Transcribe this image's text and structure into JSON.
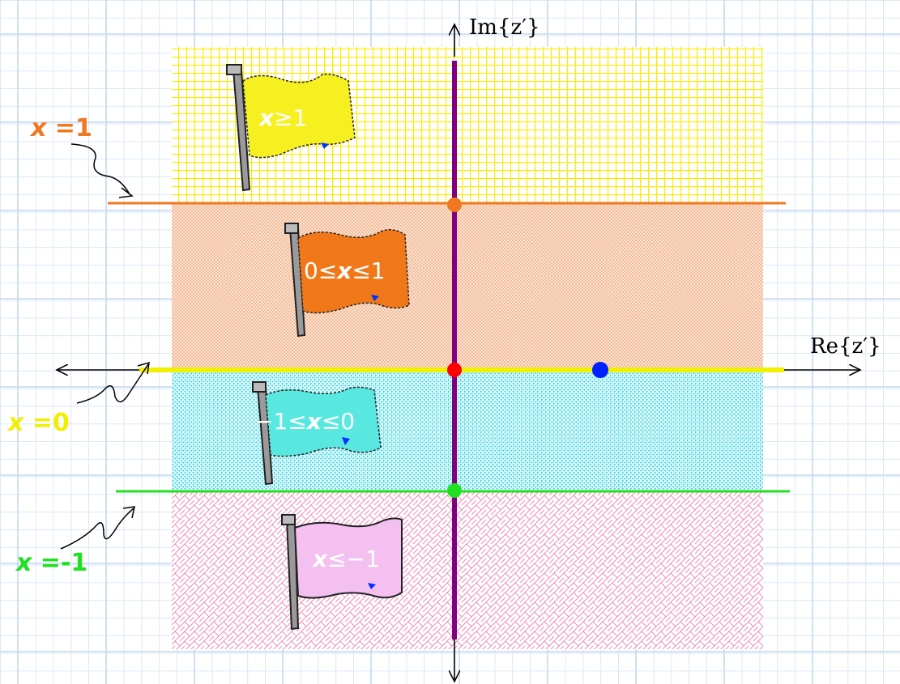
{
  "axes": {
    "imag_label": "Im{z′}",
    "real_label": "Re{z′}"
  },
  "regions": [
    {
      "id": "region-x-ge-1",
      "flag_text": "x≥1",
      "fill": "#ffff60",
      "flag_color": "#f7f020"
    },
    {
      "id": "region-0-le-x-le-1",
      "flag_text": "0≤x≤1",
      "fill": "#f4b088",
      "flag_color": "#f07818"
    },
    {
      "id": "region-neg1-le-x-le-0",
      "flag_text": "−1≤x≤0",
      "fill": "#40d8e0",
      "flag_color": "#58e8e0"
    },
    {
      "id": "region-x-le-neg1",
      "flag_text": "x≤−1",
      "fill": "#f0a0c8",
      "flag_color": "#f4c0f0"
    }
  ],
  "flags": [
    {
      "pre": "",
      "var": "x",
      "post": "≥1"
    },
    {
      "pre": "0≤",
      "var": "x",
      "post": "≤1"
    },
    {
      "pre": "−1≤",
      "var": "x",
      "post": "≤0"
    },
    {
      "pre": "",
      "var": "x",
      "post": "≤−1"
    }
  ],
  "lines": [
    {
      "label_var": "x",
      "label_eq": " =1",
      "color": "#f07820"
    },
    {
      "label_var": "x",
      "label_eq": " =0",
      "color": "#f0f000"
    },
    {
      "label_var": "x",
      "label_eq": " =-1",
      "color": "#20e020"
    }
  ],
  "points": [
    {
      "name": "point-x1",
      "color": "#f07820"
    },
    {
      "name": "point-origin",
      "color": "#ff0000"
    },
    {
      "name": "point-xneg1",
      "color": "#20e020"
    },
    {
      "name": "point-blue",
      "color": "#0020ff"
    }
  ],
  "colors": {
    "imag_axis": "#800080",
    "grid": "#c8dcf0",
    "arrow": "#000000"
  }
}
